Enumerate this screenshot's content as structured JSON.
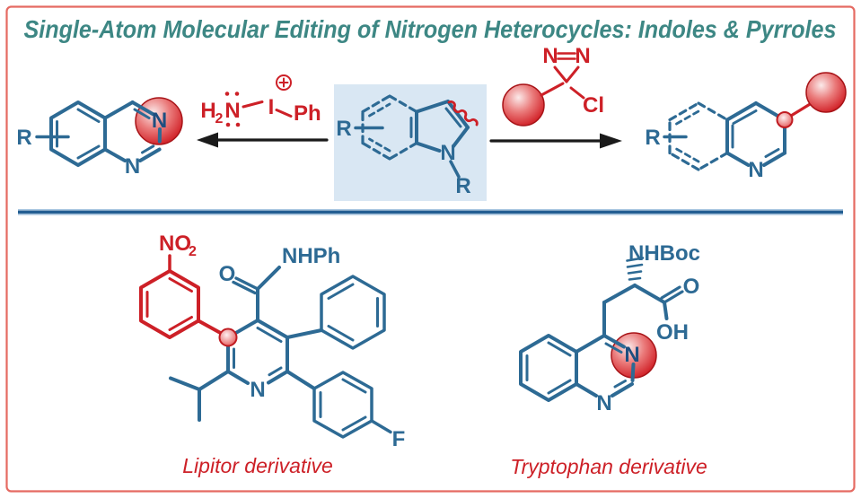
{
  "title": "Single-Atom Molecular Editing of Nitrogen Heterocycles: Indoles & Pyrroles",
  "colors": {
    "structure_blue": "#2d6a94",
    "accent_red": "#cd2027",
    "title_teal": "#3d8784",
    "substrate_highlight": "#d9e7f3",
    "divider_blue": "#235e92",
    "border_salmon": "#e56a62",
    "arrow_black": "#1a1a1a"
  },
  "scheme": {
    "left_product": {
      "r_group": "R",
      "n_top": "N",
      "n_bottom": "N"
    },
    "amination_reagent": {
      "h": "H",
      "h_sub": "2",
      "n": "N",
      "iodine": "I",
      "phenyl": "Ph",
      "charge": "+"
    },
    "substrate": {
      "r_group": "R",
      "n": "N",
      "n_r_group": "R"
    },
    "carbene_reagent": {
      "n_left": "N",
      "n_right": "N",
      "cl": "Cl"
    },
    "right_product": {
      "r_group": "R",
      "n": "N"
    }
  },
  "examples": {
    "lipitor": {
      "no": "NO",
      "no_sub": "2",
      "carbonyl_o": "O",
      "amide": "NHPh",
      "n": "N",
      "f": "F",
      "caption": "Lipitor derivative"
    },
    "tryptophan": {
      "amine": "NHBoc",
      "carbonyl_o": "O",
      "hydroxyl": "OH",
      "n_top": "N",
      "n_bottom": "N",
      "caption": "Tryptophan derivative"
    }
  }
}
